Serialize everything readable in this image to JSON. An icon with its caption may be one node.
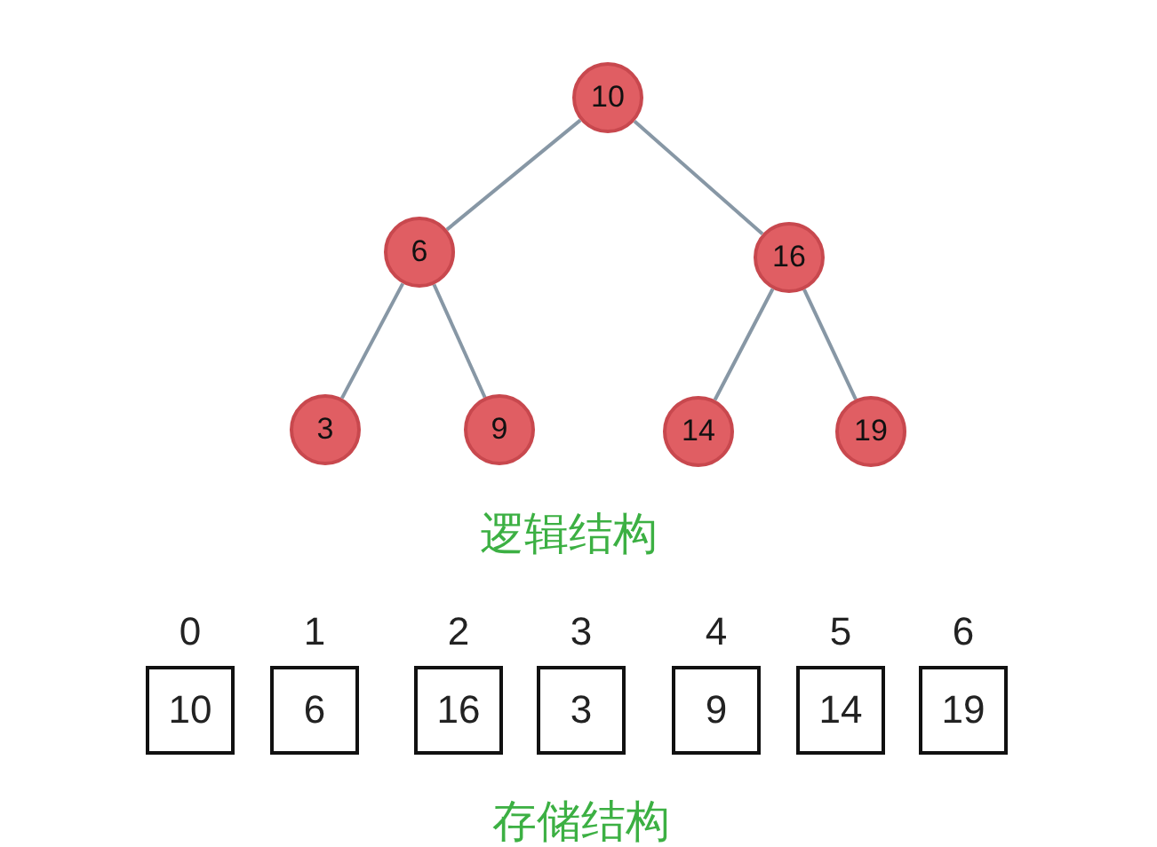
{
  "diagram": {
    "nodes": [
      {
        "text": [
          "10"
        ]
      },
      {
        "text": [
          "6"
        ]
      },
      {
        "text": [
          "16"
        ]
      },
      {
        "text": [
          "3"
        ]
      },
      {
        "text": [
          "9"
        ]
      },
      {
        "text": [
          "14"
        ]
      },
      {
        "text": [
          "19"
        ]
      },
      {
        "text": [
          "10"
        ],
        "beside": [
          "0"
        ]
      },
      {
        "text": [
          "6"
        ],
        "beside": [
          "1"
        ]
      },
      {
        "text": [
          "16"
        ],
        "beside": [
          "2"
        ]
      },
      {
        "text": [
          "3"
        ],
        "beside": [
          "3"
        ]
      },
      {
        "text": [
          "9"
        ],
        "beside": [
          "4"
        ]
      },
      {
        "text": [
          "14"
        ],
        "beside": [
          "5"
        ]
      },
      {
        "text": [
          "19"
        ],
        "beside": [
          "6"
        ]
      }
    ],
    "edges": [
      {
        "from": 0,
        "to": 1,
        "arrow": "none"
      },
      {
        "from": 0,
        "to": 2,
        "arrow": "none"
      },
      {
        "from": 1,
        "to": 3,
        "arrow": "none"
      },
      {
        "from": 1,
        "to": 4,
        "arrow": "none"
      },
      {
        "from": 2,
        "to": 5,
        "arrow": "none"
      },
      {
        "from": 2,
        "to": 6,
        "arrow": "none"
      }
    ],
    "labels": [
      "逻辑结构",
      "存储结构"
    ]
  }
}
